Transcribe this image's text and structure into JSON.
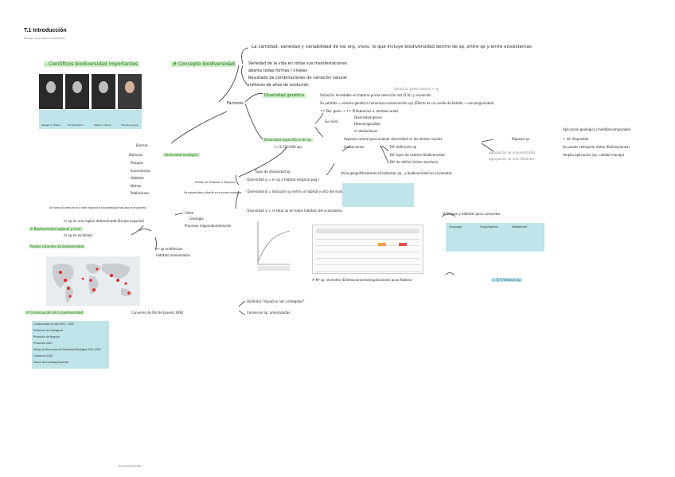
{
  "page_title": "T.1 Introducción",
  "meta": "Santiago, 10 de octubre de 2021     08:52",
  "left_labels": {
    "cientificos": "- Científicos biodiversidad importantes",
    "concepto": "# Concepto biodiversidad",
    "biodiv_reg": "# Biodiversidad regional y local",
    "puntos": "Puntos calientes de biodiversidad",
    "conservacion": "# Conservación de la biodiversidad"
  },
  "photos": {
    "captions": [
      "Edward O. Wilson",
      "Norman Myers",
      "Walter G. Rosen",
      "Thomas Lovejoy"
    ]
  },
  "concepto_lines": [
    "La cantidad, variedad y variabilidad de los org. vivos, lo que incluye biodiversidad dentro de sp, entre sp y entre ecosistemas",
    "Variedad de la vida en todas sus manifestaciones",
    "abarca todas formas / niveles",
    "Resultado de combinaciones de variación natural",
    "millones de años de evolución"
  ],
  "factores": {
    "label": "Factores",
    "genetica": "Diversidad genética",
    "genetica_desc": "Variación heredable es materia prima selección nat (S.N.) y evolución",
    "genetica_sub": "Variación genes dentro + sp",
    "l1": "Su pérdida = erosión genética (amenaza conservación sp) (Efecto de un cuello de botella → consanguinidad)",
    "l2": "↑↑ Div. gene → ↑↑ P(Sobrevivir a cambios amb)",
    "l3": "Su nivel:",
    "l4": "Diversidad genes",
    "l5": "Heterocigosidad",
    "l6": "nº alelos/locus"
  },
  "especifica": {
    "label": "Diversidad específica o de sp",
    "count": "(≈ 8.700.000 sp)",
    "aspecto": "Aspecto central para evaluar diversidad en los demás niveles",
    "riqueza": "Riqueza sp",
    "limitaciones": "Limitaciones",
    "lim1": "Dif. definición sp",
    "lim2": "Dif. tipos de estimar biodiversidad",
    "lim3": "Dif. de definir límites territorio",
    "extra1": "agrupación sp emparentadas",
    "extra2": "agrupación sp más distantes",
    "right1": "Aplicación geológica (medida/comparable)",
    "right2": "↑ inf. disponible",
    "right3": "Se puede extrapolar datos (Estimaciones)",
    "right4": "Amplia aplicación (sp. calidad manejo)",
    "varia": "Varía geográficamente (Gradientes sp., y biodiversidad en el planeta)"
  },
  "ecosistemica": {
    "label": "Diversidad ecológica",
    "items": [
      "Biomas",
      "Biomasa",
      "Paisajes",
      "Ecosistemas",
      "Hábitats",
      "Nichos",
      "Poblaciones"
    ]
  },
  "tipos": {
    "header": "Tipos de diversidad sp",
    "alpha": "· Diversidad α = nº sp a hábitat (espacio peq.)",
    "beta": "· Diversidad β = Variación sp entre un hábitat y otro del ecosistema",
    "gamma": "· Diversidad γ = nº total sp en todos hábitats del ecosistema",
    "note_alpha": "Similar con Shannon o Simpson",
    "note_beta": "Se desarrollará y diseñó en el primer semestre"
  },
  "regional": {
    "r1": "nº sp en una región determinada (Escala espacial)",
    "r2": "nº sp en localidad",
    "clima": "Clima",
    "geologia": "Geología",
    "procesos": "Procesos migración/extinción",
    "sp": "nº sp endémicas",
    "amenazadas": "hábitats amenazados",
    "ano": "Se forma al cierto en el a nivel regional el biodiversidad más alta en el planeta"
  },
  "grupos": {
    "label": "# Grupos y hábitats poco conocidos",
    "table_heads": [
      "Grupos/sp",
      "Grupo/especie",
      "Hábitat/nivel"
    ]
  },
  "numero": {
    "label": "# Nº sp. vivientes (Estimaciones/extrapolaciones poco fiables)",
    "value": "≈ 8,7 millones sp"
  },
  "conservacion": {
    "c1": "Convenio de Río de Janeiro 1992",
    "c2": "Delimitar \"espacios nat. protegidos\"",
    "c3": "Conservar sp. amenazadas",
    "box_lines": [
      "Conservación in situ 1992 - 2000",
      "Protocolo de Cartagena",
      "Protocolo de Nagoya",
      "Protocolo 2010",
      "Metas de Aichi para la Diversidad Biológica 2011-2020",
      "Cobertura 2030",
      "Marco de Kunming-Montreal"
    ]
  },
  "footer": "Documento generado"
}
